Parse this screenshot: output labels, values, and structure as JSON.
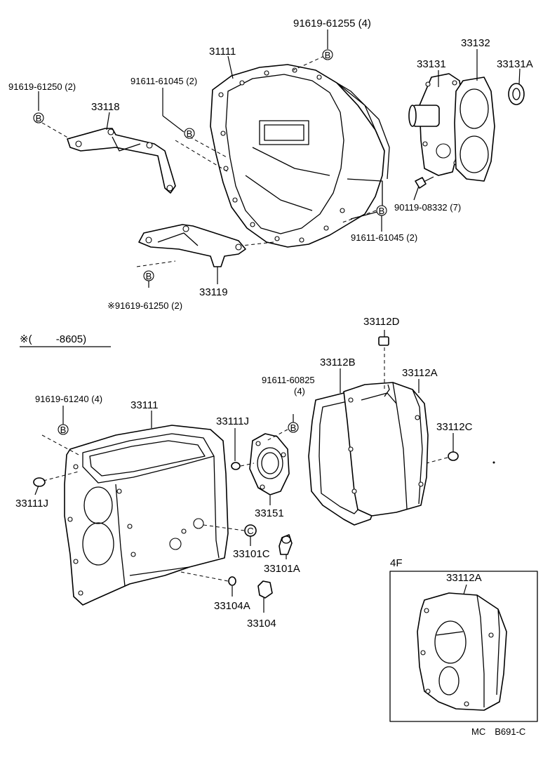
{
  "diagram": {
    "labels": {
      "p91619_61255_4": "91619-61255 (4)",
      "p31111_top": "31111",
      "p33132": "33132",
      "p33131": "33131",
      "p33131A": "33131A",
      "p91611_61045_2_left": "91611-61045 (2)",
      "p91619_61250_2_left": "91619-61250 (2)",
      "p33118": "33118",
      "p90119_08332_7": "90119-08332 (7)",
      "p91611_61045_2_right": "91611-61045 (2)",
      "p33119": "33119",
      "p91619_61250_2_star": "※91619-61250 (2)",
      "note_range": "※(　　 -8605)",
      "p33112D": "33112D",
      "p33112B": "33112B",
      "p33112A": "33112A",
      "p91611_60825": "91611-60825",
      "p91611_60825_qty": "(4)",
      "p91619_61240_4": "91619-61240 (4)",
      "p33111": "33111",
      "p33111J_mid": "33111J",
      "p33112C": "33112C",
      "p33111J_left": "33111J",
      "p33151": "33151",
      "p33101C": "33101C",
      "p33101A": "33101A",
      "p33104A": "33104A",
      "p33104": "33104",
      "inset_title": "4F",
      "p33112A_inset": "33112A",
      "footer_code": "MC　B691-C"
    },
    "bolt_marker": "B",
    "washer_marker": "C"
  }
}
